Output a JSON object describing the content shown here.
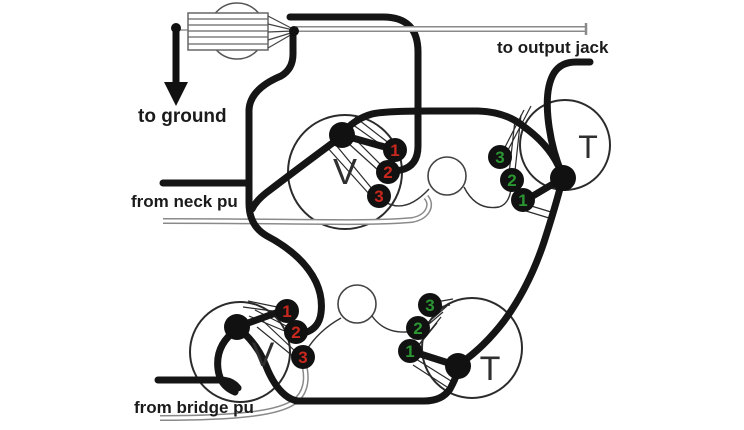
{
  "labels": {
    "to_ground": "to ground",
    "to_output_jack": "to output jack",
    "from_neck_pu": "from neck pu",
    "from_bridge_pu": "from bridge pu"
  },
  "colors": {
    "background": "#ffffff",
    "wire_black": "#151515",
    "wire_shield_gray": "#8a8a8a",
    "lug_fill": "#111111",
    "lug_red": "#c8281e",
    "lug_green": "#2c9633"
  },
  "components": {
    "selector_switch": {
      "name": "pickup selector switch"
    },
    "neck_volume": {
      "label": "V",
      "lugs": [
        {
          "number": "1"
        },
        {
          "number": "2"
        },
        {
          "number": "3"
        }
      ]
    },
    "neck_tone": {
      "label": "T",
      "lugs": [
        {
          "number": "3"
        },
        {
          "number": "2"
        },
        {
          "number": "1"
        }
      ]
    },
    "bridge_volume": {
      "label": "V",
      "lugs": [
        {
          "number": "1"
        },
        {
          "number": "2"
        },
        {
          "number": "3"
        }
      ]
    },
    "bridge_tone": {
      "label": "T",
      "lugs": [
        {
          "number": "3"
        },
        {
          "number": "2"
        },
        {
          "number": "1"
        }
      ]
    }
  }
}
